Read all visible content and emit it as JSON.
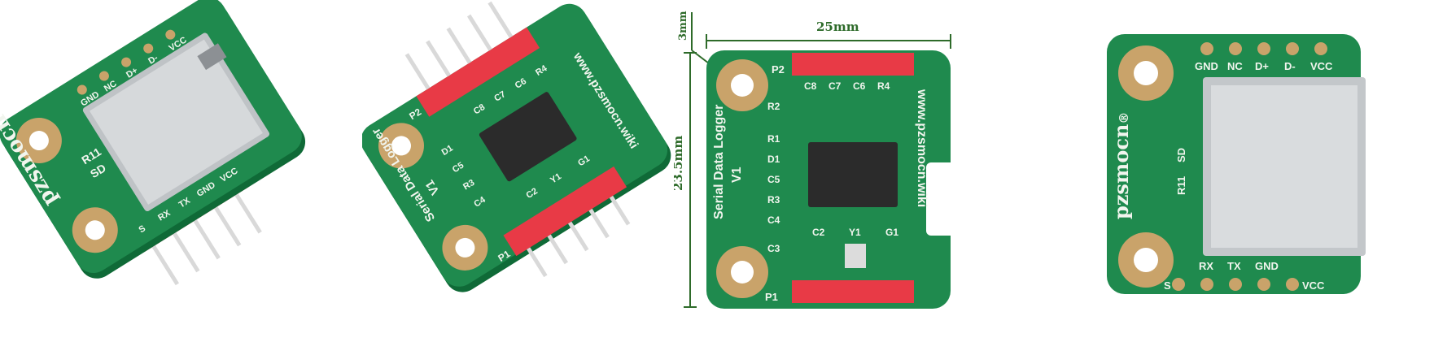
{
  "brand": "pzsmocn®",
  "brand_text": "pzsmocn",
  "registered_mark": "®",
  "board_title": "Serial Data Logger",
  "board_version": "V1",
  "website": "www.pzsmocn.wiki",
  "pins_top": [
    "GND",
    "NC",
    "D+",
    "D-",
    "VCC"
  ],
  "pins_bottom": [
    "S",
    "RX",
    "TX",
    "GND",
    "VCC"
  ],
  "silk_labels": {
    "r11": "R11",
    "sd": "SD",
    "p1": "P1",
    "p2": "P2",
    "r1": "R1",
    "r2": "R2",
    "r3": "R3",
    "r4": "R4",
    "d1": "D1",
    "c2": "C2",
    "c3": "C3",
    "c4": "C4",
    "c5": "C5",
    "c6": "C6",
    "c7": "C7",
    "c8": "C8",
    "y1": "Y1",
    "g1": "G1"
  },
  "dimensions": {
    "width": "25mm",
    "height": "23.5mm",
    "hole_offset": "3mm"
  },
  "colors": {
    "pcb": "#1f8a4e",
    "pcb_edge": "#0f6a37",
    "header": "#e83a46",
    "pad": "#c9a36a",
    "pin": "#d9d9d9",
    "dimension": "#2e6b2a"
  }
}
